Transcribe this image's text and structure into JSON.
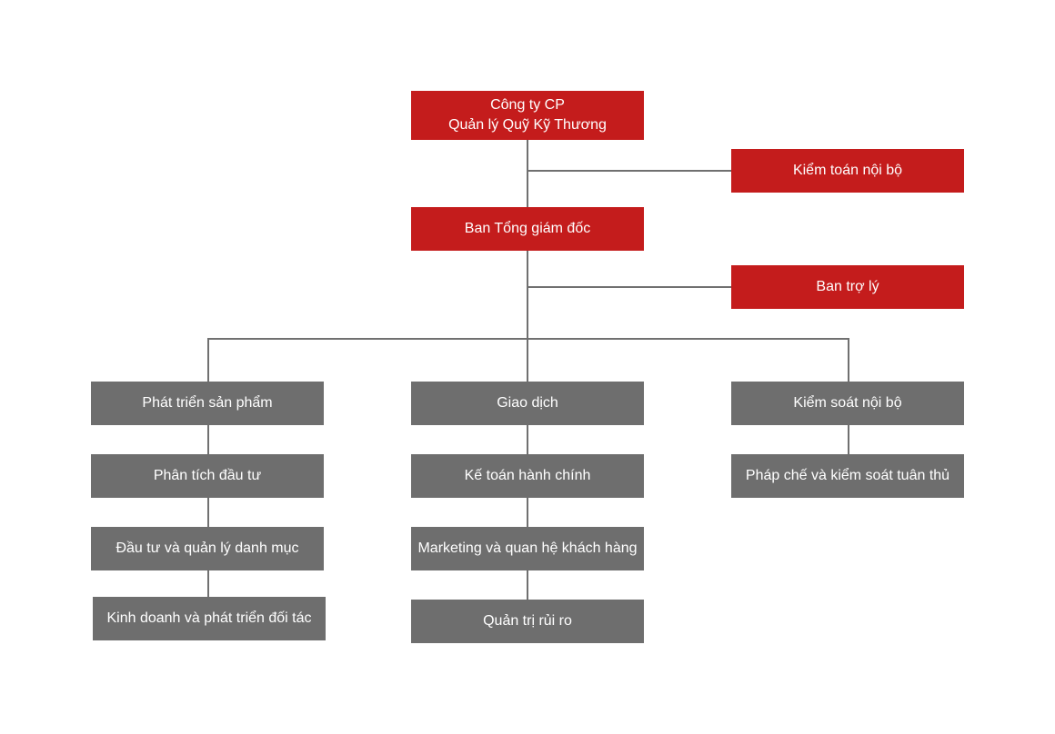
{
  "colors": {
    "leadership_box": "#c41c1c",
    "department_box": "#6e6e6e",
    "connector": "#707070",
    "text": "#ffffff",
    "background": "#ffffff"
  },
  "org_chart": {
    "company": {
      "line1": "Công ty CP",
      "line2": "Quản lý Quỹ Kỹ Thương"
    },
    "internal_audit": "Kiểm toán nội bộ",
    "board_of_directors": "Ban Tổng giám đốc",
    "assistant_board": "Ban trợ lý",
    "columns": [
      {
        "head": "Phát triển sản phẩm",
        "children": [
          "Phân tích đầu tư",
          "Đầu tư và quản lý danh mục",
          "Kinh doanh và phát triển đối tác"
        ]
      },
      {
        "head": "Giao dịch",
        "children": [
          "Kế toán hành chính",
          "Marketing và quan hệ khách hàng",
          "Quản trị rủi ro"
        ]
      },
      {
        "head": "Kiểm soát nội bộ",
        "children": [
          "Pháp chế và kiểm soát tuân thủ"
        ]
      }
    ]
  }
}
